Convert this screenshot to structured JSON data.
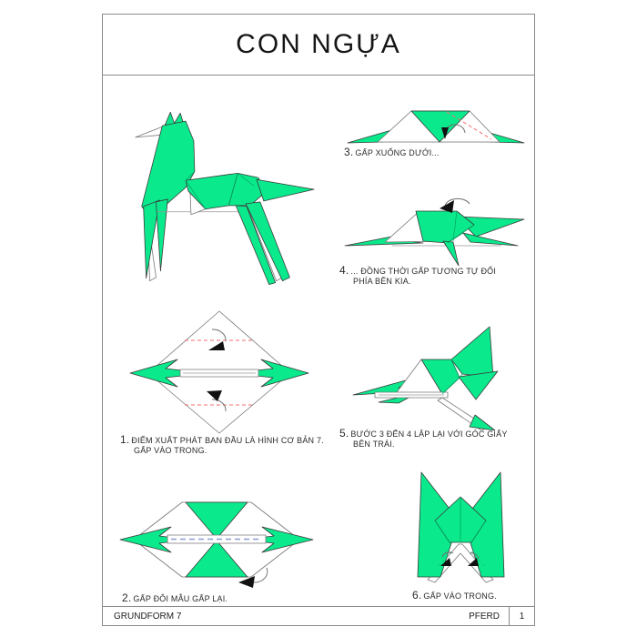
{
  "title": "CON NGỰA",
  "steps": [
    {
      "num": "1.",
      "line1": "ĐIỂM XUẤT PHÁT BAN ĐẦU LÀ HÌNH CƠ BẢN 7.",
      "line2": "GẤP VÀO TRONG."
    },
    {
      "num": "2.",
      "line1": "GẤP ĐÔI MẪU GẤP LẠI.",
      "line2": ""
    },
    {
      "num": "3.",
      "line1": "GẤP XUỐNG DƯỚI...",
      "line2": ""
    },
    {
      "num": "4.",
      "line1": "... ĐỒNG THỜI GẤP TƯƠNG TỰ ĐỐI",
      "line2": "PHÍA BÊN KIA."
    },
    {
      "num": "5.",
      "line1": "BƯỚC 3 ĐẾN 4 LẶP LẠI VỚI GÓC GIẤY",
      "line2": "BÊN TRÁI."
    },
    {
      "num": "6.",
      "line1": "GẤP VÀO TRONG.",
      "line2": ""
    }
  ],
  "footer": {
    "left": "GRUNDFORM 7",
    "right": "PFERD",
    "page": "1"
  },
  "colors": {
    "paper_green": "#0AE98C",
    "crease_red": "#F26D6D",
    "outline_gray": "#8a8a8a"
  }
}
